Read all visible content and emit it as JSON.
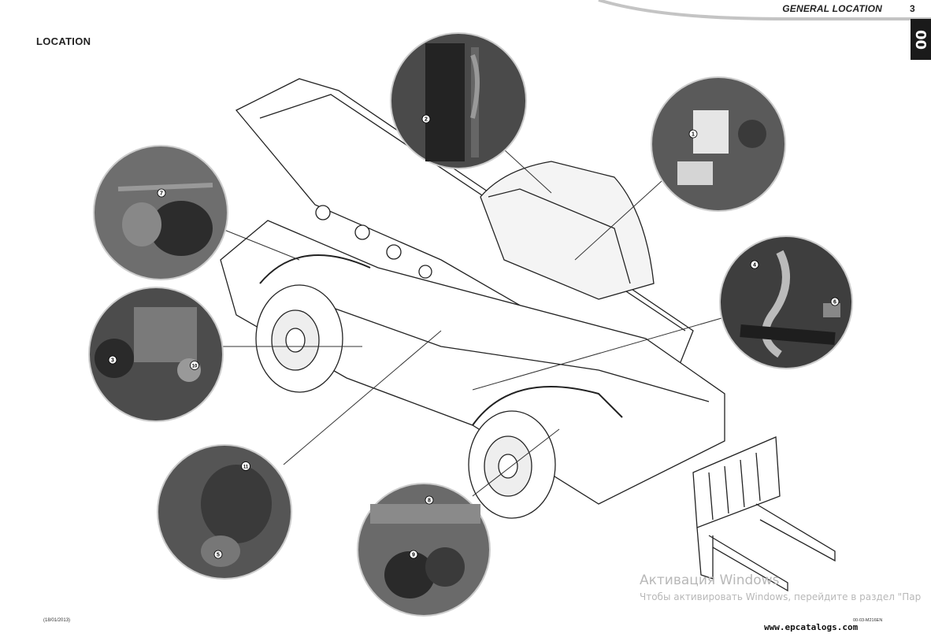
{
  "header": {
    "section": "GENERAL LOCATION",
    "page_number": "3",
    "chapter_tab": "00"
  },
  "title": "LOCATION",
  "callouts": [
    "1",
    "2",
    "3",
    "4",
    "5",
    "6",
    "7",
    "8",
    "9",
    "10",
    "11"
  ],
  "footer": {
    "date": "(18/01/2013)",
    "reference": "00-03-M216EN"
  },
  "watermark": {
    "line1": "Активация Windows",
    "line2": "Чтобы активировать Windows, перейдите в раздел \"Пар"
  },
  "site": "www.epcatalogs.com"
}
